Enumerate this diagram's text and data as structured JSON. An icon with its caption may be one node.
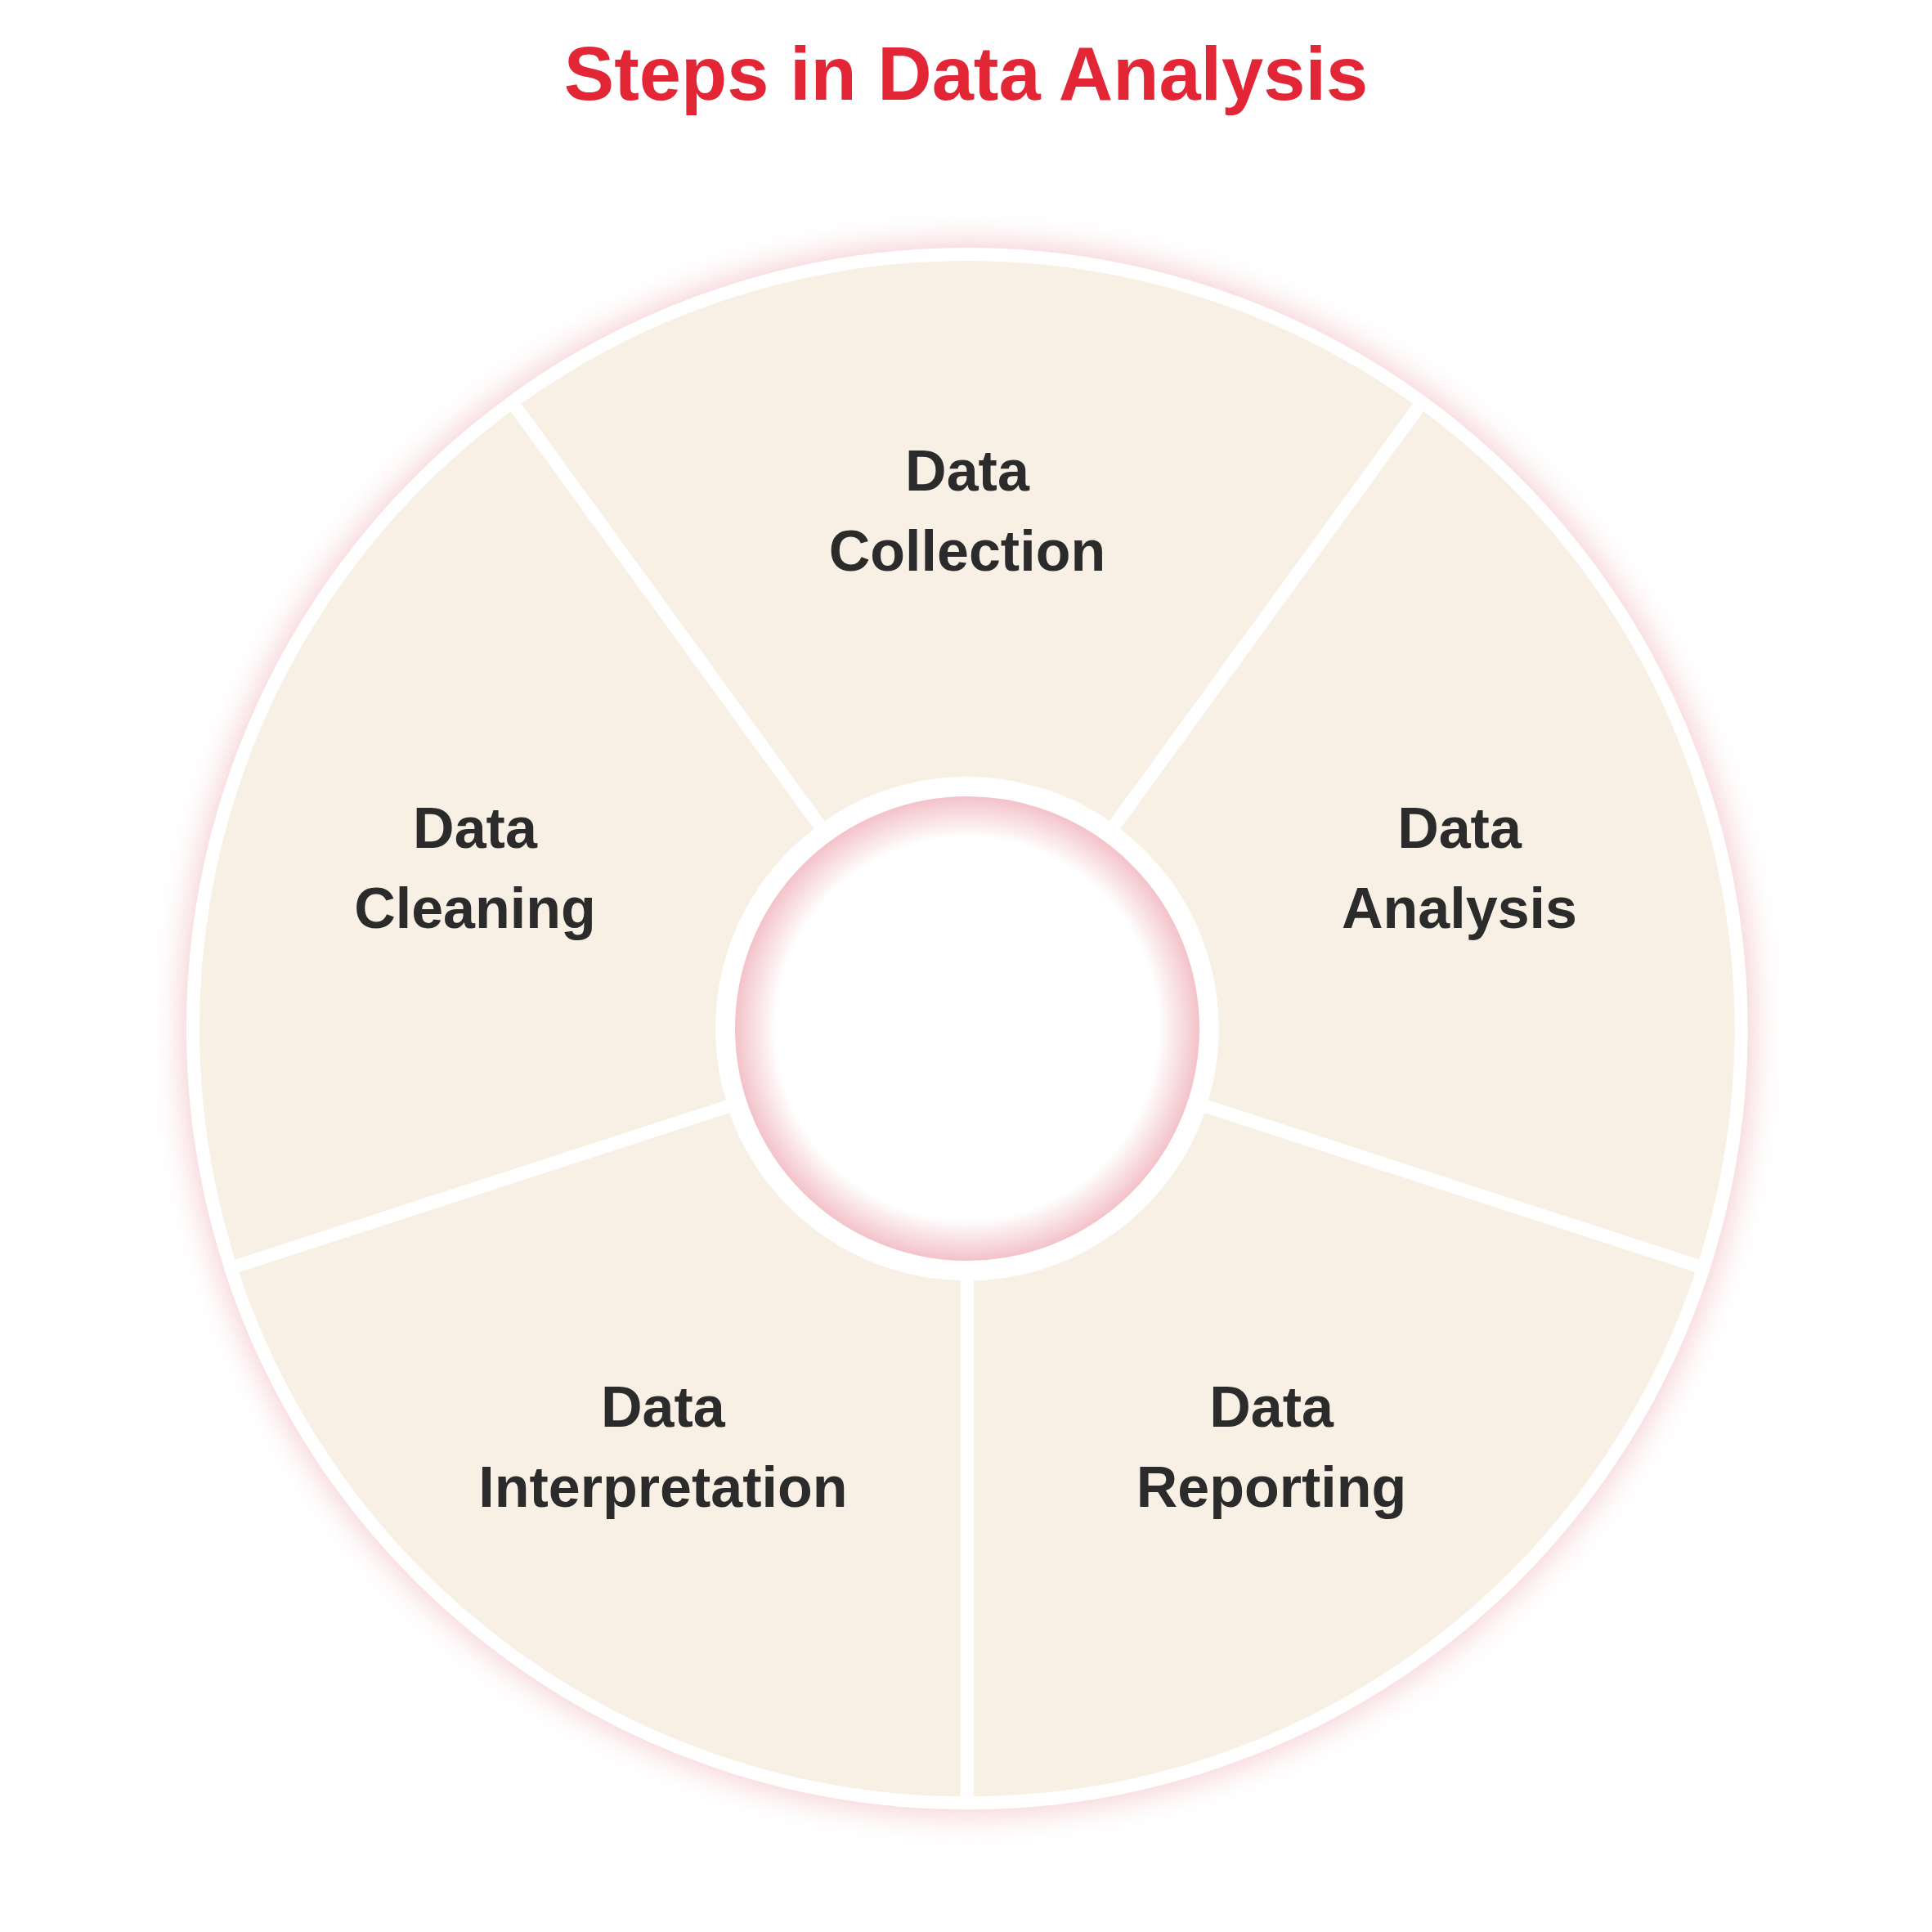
{
  "diagram": {
    "title": "Steps in Data Analysis",
    "nodes": [
      {
        "text": [
          "Data Collection"
        ]
      },
      {
        "text": [
          "Data Analysis"
        ]
      },
      {
        "text": [
          "Data Reporting"
        ]
      },
      {
        "text": [
          "Data Interpretation"
        ]
      },
      {
        "text": [
          "Data Cleaning"
        ]
      },
      {
        "text": [],
        "shape": "circle"
      }
    ],
    "edges": []
  }
}
